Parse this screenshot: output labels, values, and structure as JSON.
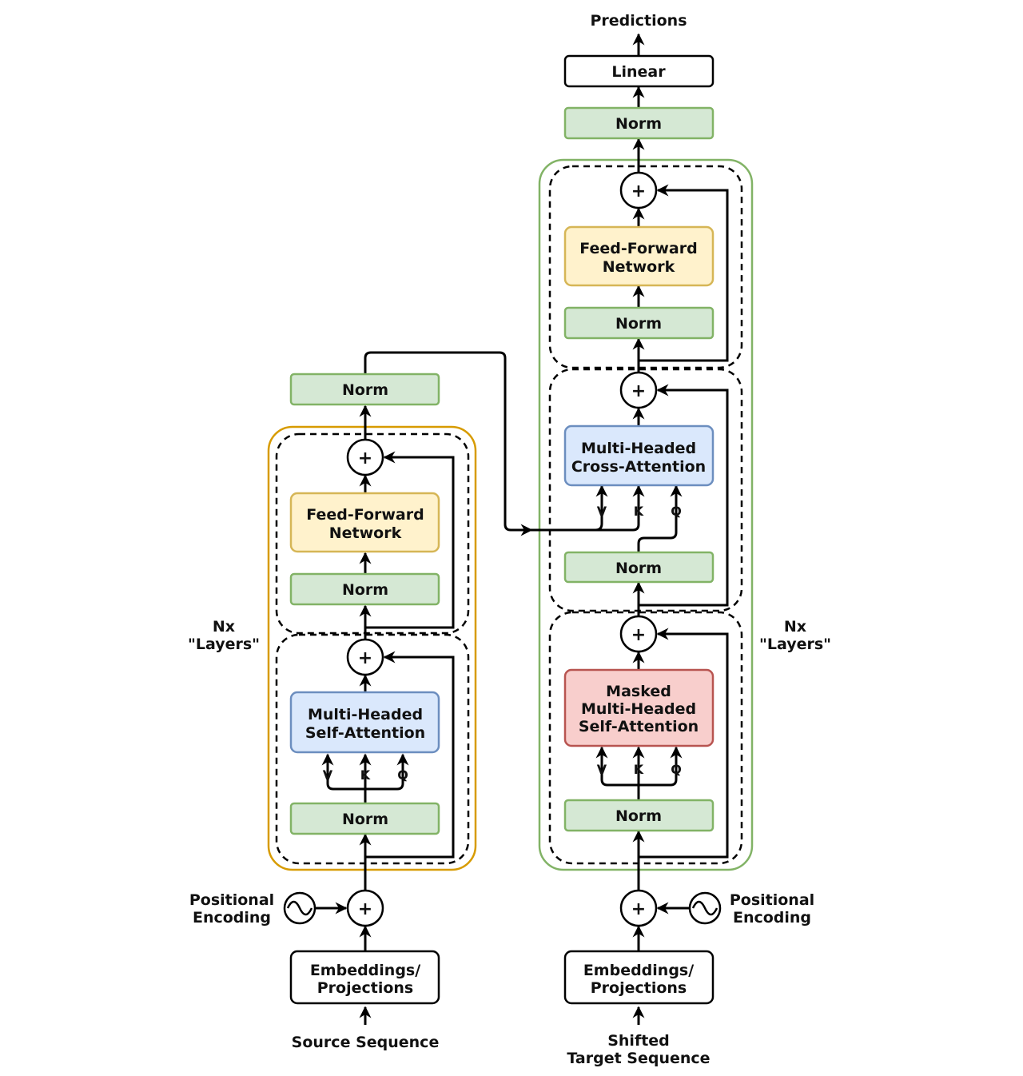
{
  "output": {
    "predictions": "Predictions",
    "linear": "Linear",
    "final_norm": "Norm"
  },
  "encoder": {
    "final_norm": "Norm",
    "ff_norm": "Norm",
    "ffn": [
      "Feed-Forward",
      "Network"
    ],
    "attn_norm": "Norm",
    "attention": [
      "Multi-Headed",
      "Self-Attention"
    ],
    "v": "V",
    "k": "K",
    "q": "Q",
    "nx": [
      "Nx",
      "\"Layers\""
    ],
    "positional": [
      "Positional",
      "Encoding"
    ],
    "embeddings": [
      "Embeddings/",
      "Projections"
    ],
    "input": "Source Sequence",
    "plus": "+"
  },
  "decoder": {
    "ff_norm": "Norm",
    "ffn": [
      "Feed-Forward",
      "Network"
    ],
    "cross_attention": [
      "Multi-Headed",
      "Cross-Attention"
    ],
    "cross_norm": "Norm",
    "masked_attention": [
      "Masked",
      "Multi-Headed",
      "Self-Attention"
    ],
    "self_norm": "Norm",
    "v": "V",
    "k": "K",
    "q": "Q",
    "nx": [
      "Nx",
      "\"Layers\""
    ],
    "positional": [
      "Positional",
      "Encoding"
    ],
    "embeddings": [
      "Embeddings/",
      "Projections"
    ],
    "input": [
      "Shifted",
      "Target Sequence"
    ],
    "plus": "+"
  },
  "colors": {
    "norm_fill": "#d5e8d4",
    "norm_stroke": "#82b366",
    "ffn_fill": "#fff2cc",
    "ffn_stroke": "#d6b656",
    "attn_fill": "#dae8fc",
    "attn_stroke": "#6c8ebf",
    "masked_fill": "#f8cecc",
    "masked_stroke": "#b85450",
    "encoder_stack": "#d79b00",
    "decoder_stack": "#82b366"
  }
}
